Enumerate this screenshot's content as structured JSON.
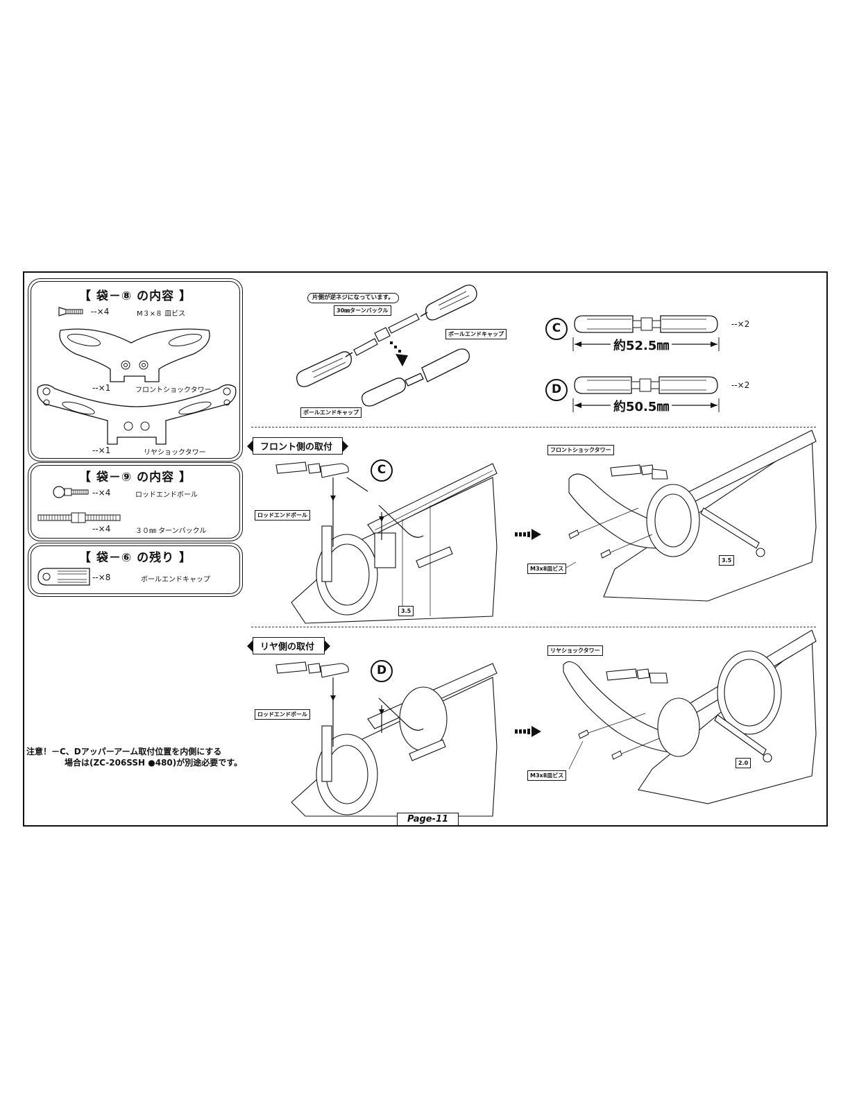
{
  "bags": [
    {
      "title": "【 袋－⑧ の内容 】",
      "parts": [
        {
          "qty": "--×4",
          "name": "M３×８ 皿ビス"
        },
        {
          "qty": "--×1",
          "name": "フロントショックタワー"
        },
        {
          "qty": "--×1",
          "name": "リヤショックタワー"
        }
      ]
    },
    {
      "title": "【 袋－⑨ の内容 】",
      "parts": [
        {
          "qty": "--×4",
          "name": "ロッドエンドボール"
        },
        {
          "qty": "--×4",
          "name": "３０㎜ ターンバックル"
        }
      ]
    },
    {
      "title": "【 袋－⑥ の残り 】",
      "parts": [
        {
          "qty": "--×8",
          "name": "ボールエンドキャップ"
        }
      ]
    }
  ],
  "assembly": {
    "reverse_thread_note": "片側が逆ネジになっています。",
    "turnbuckle_tag": "30㎜ターンバックル",
    "ballend_cap_tag": "ボールエンドキャップ",
    "rods": [
      {
        "letter": "C",
        "length": "約52.5㎜",
        "qty": "--×2"
      },
      {
        "letter": "D",
        "length": "約50.5㎜",
        "qty": "--×2"
      }
    ]
  },
  "front": {
    "section_label": "フロント側の取付",
    "letter": "C",
    "rod_end_ball_tag": "ロッドエンドボール",
    "tower_tag": "フロントショックタワー",
    "screw_tag": "M3x8皿ビス",
    "post_marker": "3.5"
  },
  "rear": {
    "section_label": "リヤ側の取付",
    "letter": "D",
    "rod_end_ball_tag": "ロッドエンドボール",
    "tower_tag": "リヤショックタワー",
    "screw_tag": "M3x8皿ビス",
    "post_marker": "2.0"
  },
  "note": {
    "line1": "注意！－C、Dアッパーアーム取付位置を内側にする",
    "line2": "場合は(ZC-206SSH ●480)が別途必要です。"
  },
  "page": "Page-11"
}
